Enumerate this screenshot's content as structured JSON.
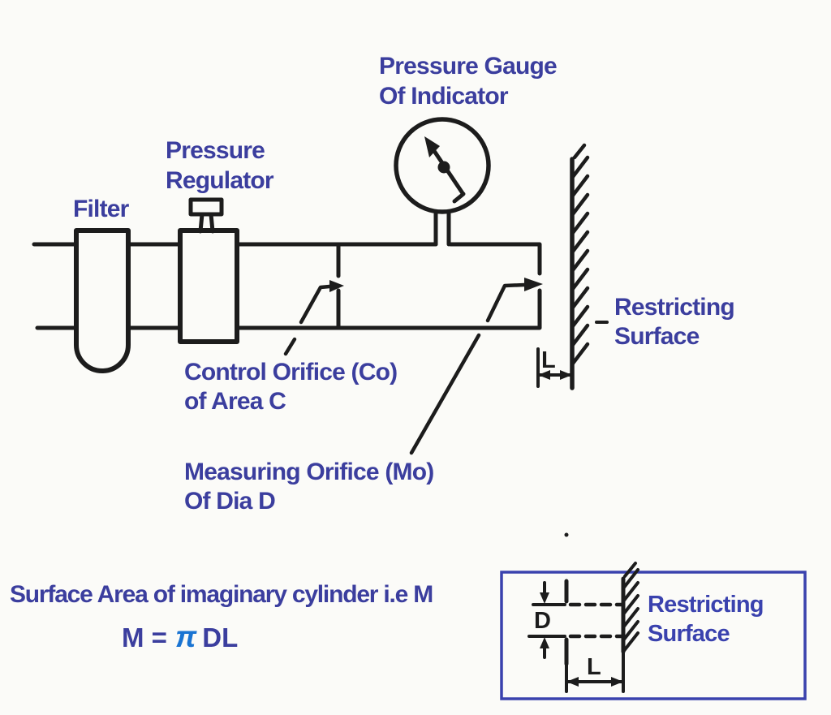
{
  "colors": {
    "ink": "#1c1c1c",
    "label_indigo": "#3b3e9e",
    "pi_blue": "#1a74d2",
    "inset_blue": "#3a42ae",
    "background": "#fbfbf8"
  },
  "labels": {
    "pressure_gauge_line1": "Pressure Gauge",
    "pressure_gauge_line2": "Of Indicator",
    "pressure_regulator_line1": "Pressure",
    "pressure_regulator_line2": "Regulator",
    "filter": "Filter",
    "control_orifice_line1": "Control Orifice (Co)",
    "control_orifice_line2": "of Area C",
    "measuring_orifice_line1": "Measuring Orifice (Mo)",
    "measuring_orifice_line2": "Of Dia D",
    "restricting_surface_line1": "Restricting",
    "restricting_surface_line2": "Surface",
    "dimension_l": "L"
  },
  "formula": {
    "caption": "Surface Area of imaginary cylinder i.e M",
    "lhs": "M =",
    "pi": "π",
    "rhs": "DL"
  },
  "inset": {
    "restricting_surface_line1": "Restricting",
    "restricting_surface_line2": "Surface",
    "dimension_d": "D",
    "dimension_l": "L"
  }
}
